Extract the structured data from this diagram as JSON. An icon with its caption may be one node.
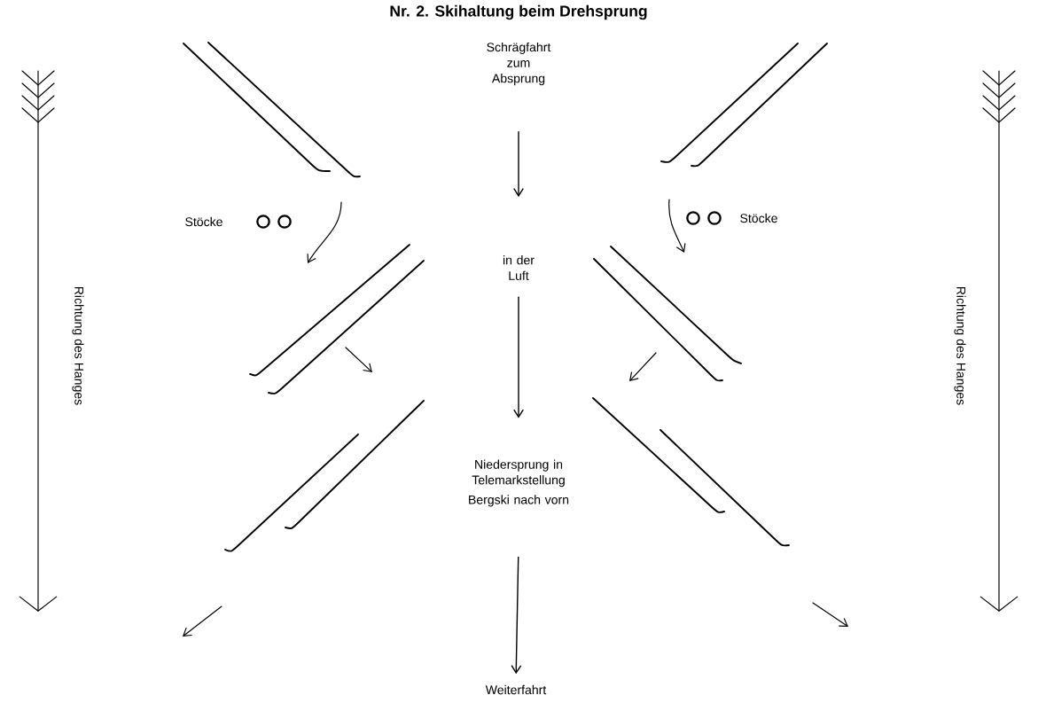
{
  "diagram": {
    "title": "Nr. 2. Skihaltung beim Drehsprung",
    "nodes": [
      {
        "text": [
          "Schrägfahrt zum Absprung"
        ]
      },
      {
        "text": [
          "in der Luft"
        ]
      },
      {
        "text": [
          "Niedersprung in Telemarkstellung",
          "Bergski nach vorn"
        ]
      },
      {
        "text": [
          "Weiterfahrt"
        ]
      }
    ],
    "edges": [
      {
        "from": 0,
        "to": 1,
        "arrow": "to"
      },
      {
        "from": 1,
        "to": 2,
        "arrow": "to"
      },
      {
        "from": 2,
        "to": 3,
        "arrow": "to"
      }
    ],
    "labels": [
      "Stöcke",
      "Stöcke",
      "Richtung des Hanges",
      "Richtung des Hanges"
    ]
  }
}
